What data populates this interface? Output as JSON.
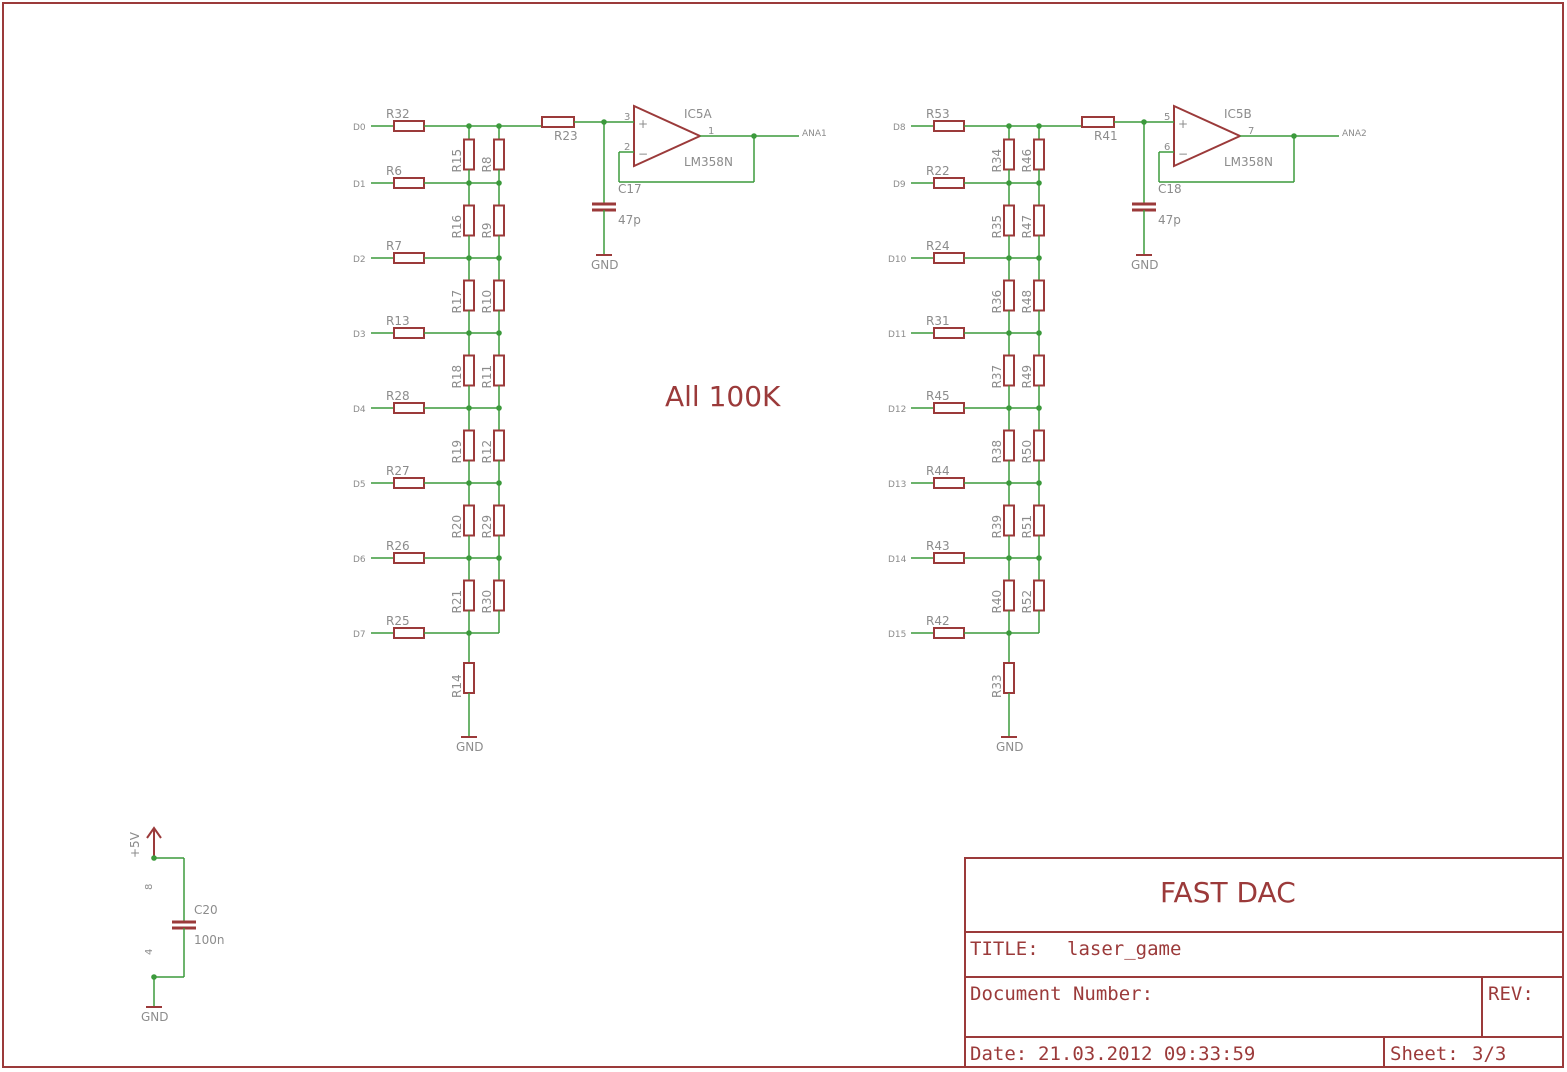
{
  "annotation": "All 100K",
  "title_block": {
    "heading": "FAST DAC",
    "title_label": "TITLE:",
    "title_value": "laser_game",
    "doc_label": "Document Number:",
    "rev_label": "REV:",
    "date_label": "Date:",
    "date_value": "21.03.2012 09:33:59",
    "sheet_label": "Sheet:",
    "sheet_value": "3/3"
  },
  "dac_a": {
    "inputs": [
      "D0",
      "D1",
      "D2",
      "D3",
      "D4",
      "D5",
      "D6",
      "D7"
    ],
    "series_resistors": [
      "R32",
      "R6",
      "R7",
      "R13",
      "R28",
      "R27",
      "R26",
      "R25"
    ],
    "left_ladder": [
      "R15",
      "R16",
      "R17",
      "R18",
      "R19",
      "R20",
      "R21"
    ],
    "right_ladder": [
      "R8",
      "R9",
      "R10",
      "R11",
      "R12",
      "R29",
      "R30"
    ],
    "bottom_resistor": "R14",
    "feed_resistor": "R23",
    "capacitor": {
      "name": "C17",
      "value": "47p"
    },
    "opamp": {
      "name": "IC5A",
      "value": "LM358N",
      "pins": [
        "3",
        "2",
        "1"
      ]
    },
    "output": "ANA1",
    "gnd_labels": [
      "GND",
      "GND"
    ]
  },
  "dac_b": {
    "inputs": [
      "D8",
      "D9",
      "D10",
      "D11",
      "D12",
      "D13",
      "D14",
      "D15"
    ],
    "series_resistors": [
      "R53",
      "R22",
      "R24",
      "R31",
      "R45",
      "R44",
      "R43",
      "R42"
    ],
    "left_ladder": [
      "R34",
      "R35",
      "R36",
      "R37",
      "R38",
      "R39",
      "R40"
    ],
    "right_ladder": [
      "R46",
      "R47",
      "R48",
      "R49",
      "R50",
      "R51",
      "R52"
    ],
    "bottom_resistor": "R33",
    "feed_resistor": "R41",
    "capacitor": {
      "name": "C18",
      "value": "47p"
    },
    "opamp": {
      "name": "IC5B",
      "value": "LM358N",
      "pins": [
        "5",
        "6",
        "7"
      ]
    },
    "output": "ANA2",
    "gnd_labels": [
      "GND",
      "GND"
    ]
  },
  "power": {
    "supply": "+5V",
    "pin_top": "8",
    "pin_bottom": "4",
    "capacitor": {
      "name": "C20",
      "value": "100n"
    },
    "gnd": "GND"
  },
  "colors": {
    "frame": "#9b3a3a",
    "part": "#9b3a3a",
    "wire": "#3c9a3c",
    "junction": "#3c9a3c",
    "label": "#8c8c8c"
  }
}
